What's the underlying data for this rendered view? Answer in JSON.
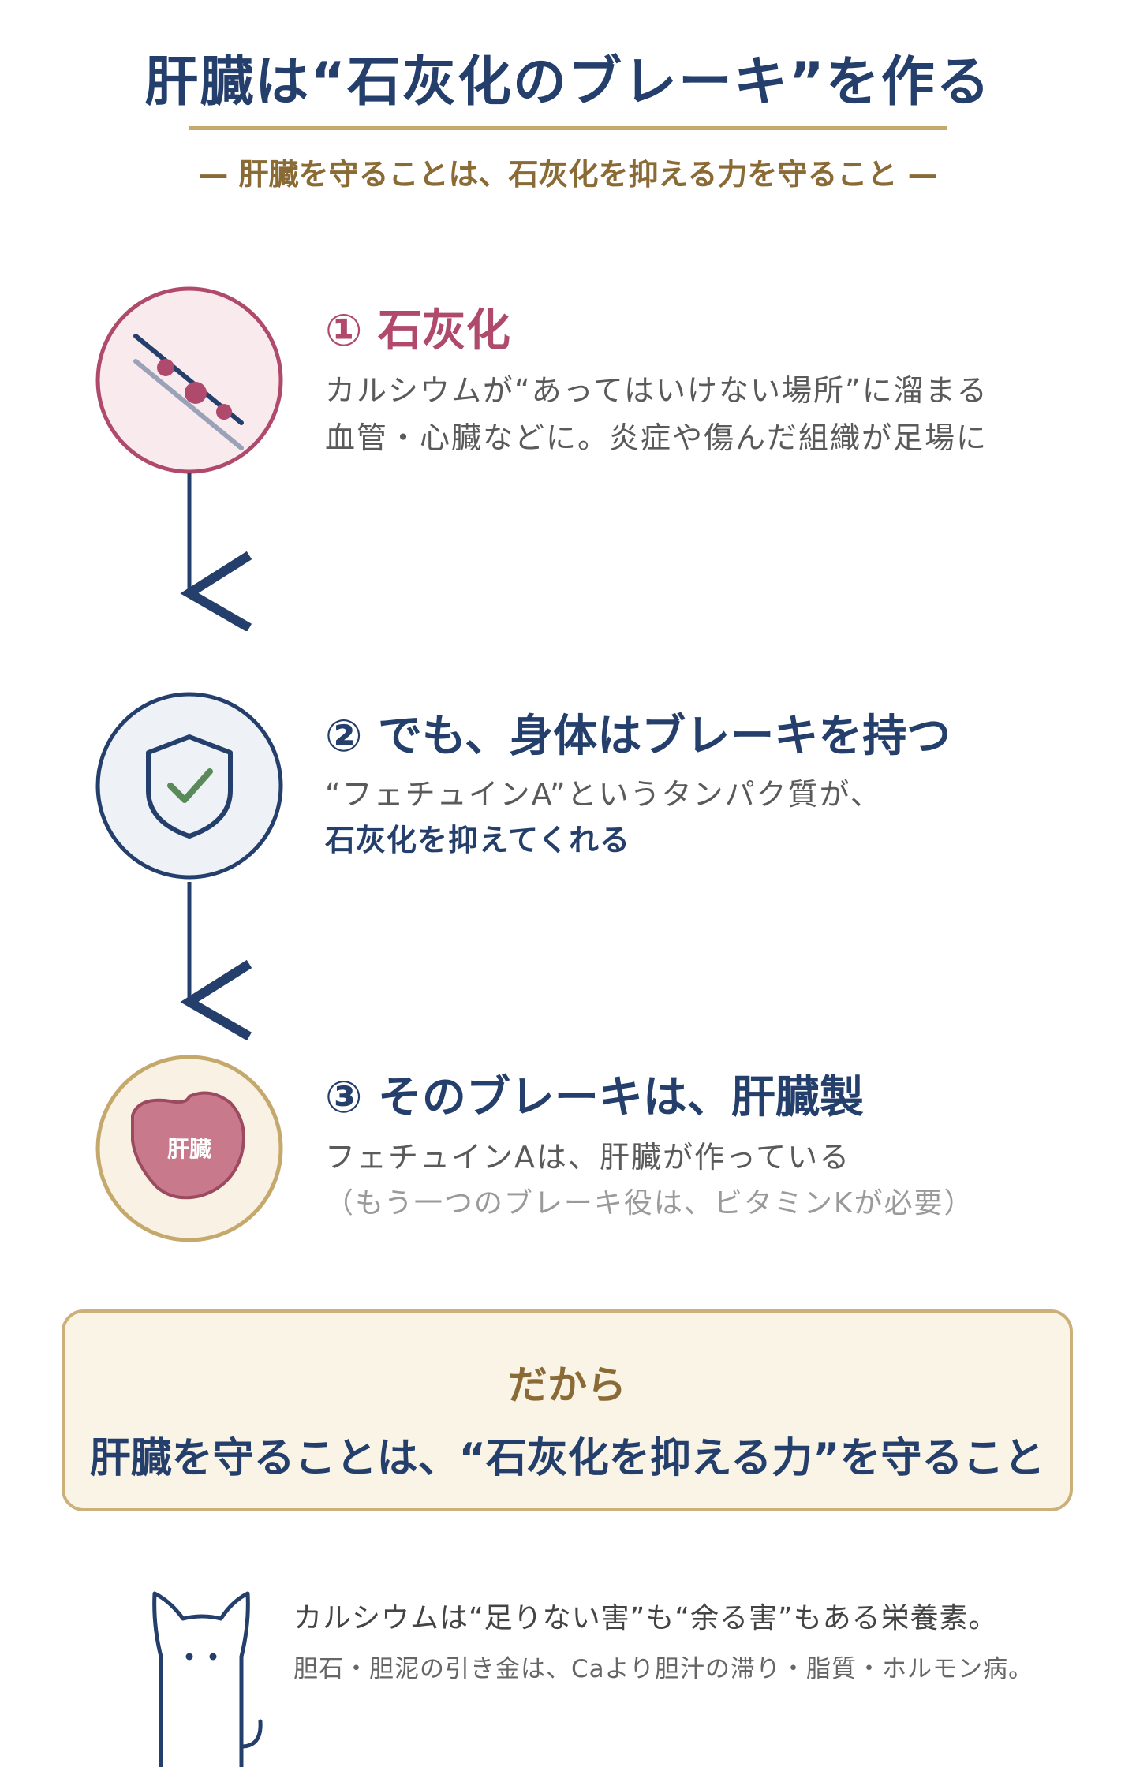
{
  "header": {
    "title": "肝臓は“石灰化のブレーキ”を作る",
    "subtitle": "— 肝臓を守ることは、石灰化を抑える力を守ること —"
  },
  "colors": {
    "navy": "#243f6b",
    "gold": "#c5a86c",
    "brown": "#8a6a35",
    "rose": "#b04a6c",
    "check_green": "#5a8a5a",
    "liver": "#c87a8c"
  },
  "steps": [
    {
      "heading": "① 石灰化",
      "text_lines": [
        "カルシウムが“あってはいけない場所”に溜まる",
        "血管・心臓などに。炎症や傷んだ組織が足場に"
      ],
      "icon": "calcified-vessel-icon"
    },
    {
      "heading": "② でも、身体はブレーキを持つ",
      "text_lines": [
        "“フェチュインA”というタンパク質が、",
        "石灰化を抑えてくれる"
      ],
      "icon": "shield-check-icon"
    },
    {
      "heading": "③ そのブレーキは、肝臓製",
      "text_lines": [
        "フェチュインAは、肝臓が作っている",
        "（もう一つのブレーキ役は、ビタミンKが必要）"
      ],
      "icon": "liver-icon",
      "icon_label": "肝臓"
    }
  ],
  "conclusion": {
    "lead": "だから",
    "main": "肝臓を守ることは、“石灰化を抑える力”を守ること"
  },
  "note": {
    "main": "カルシウムは“足りない害”も“余る害”もある栄養素。",
    "sub": "胆石・胆泥の引き金は、Caより胆汁の滞り・脂質・ホルモン病。"
  }
}
